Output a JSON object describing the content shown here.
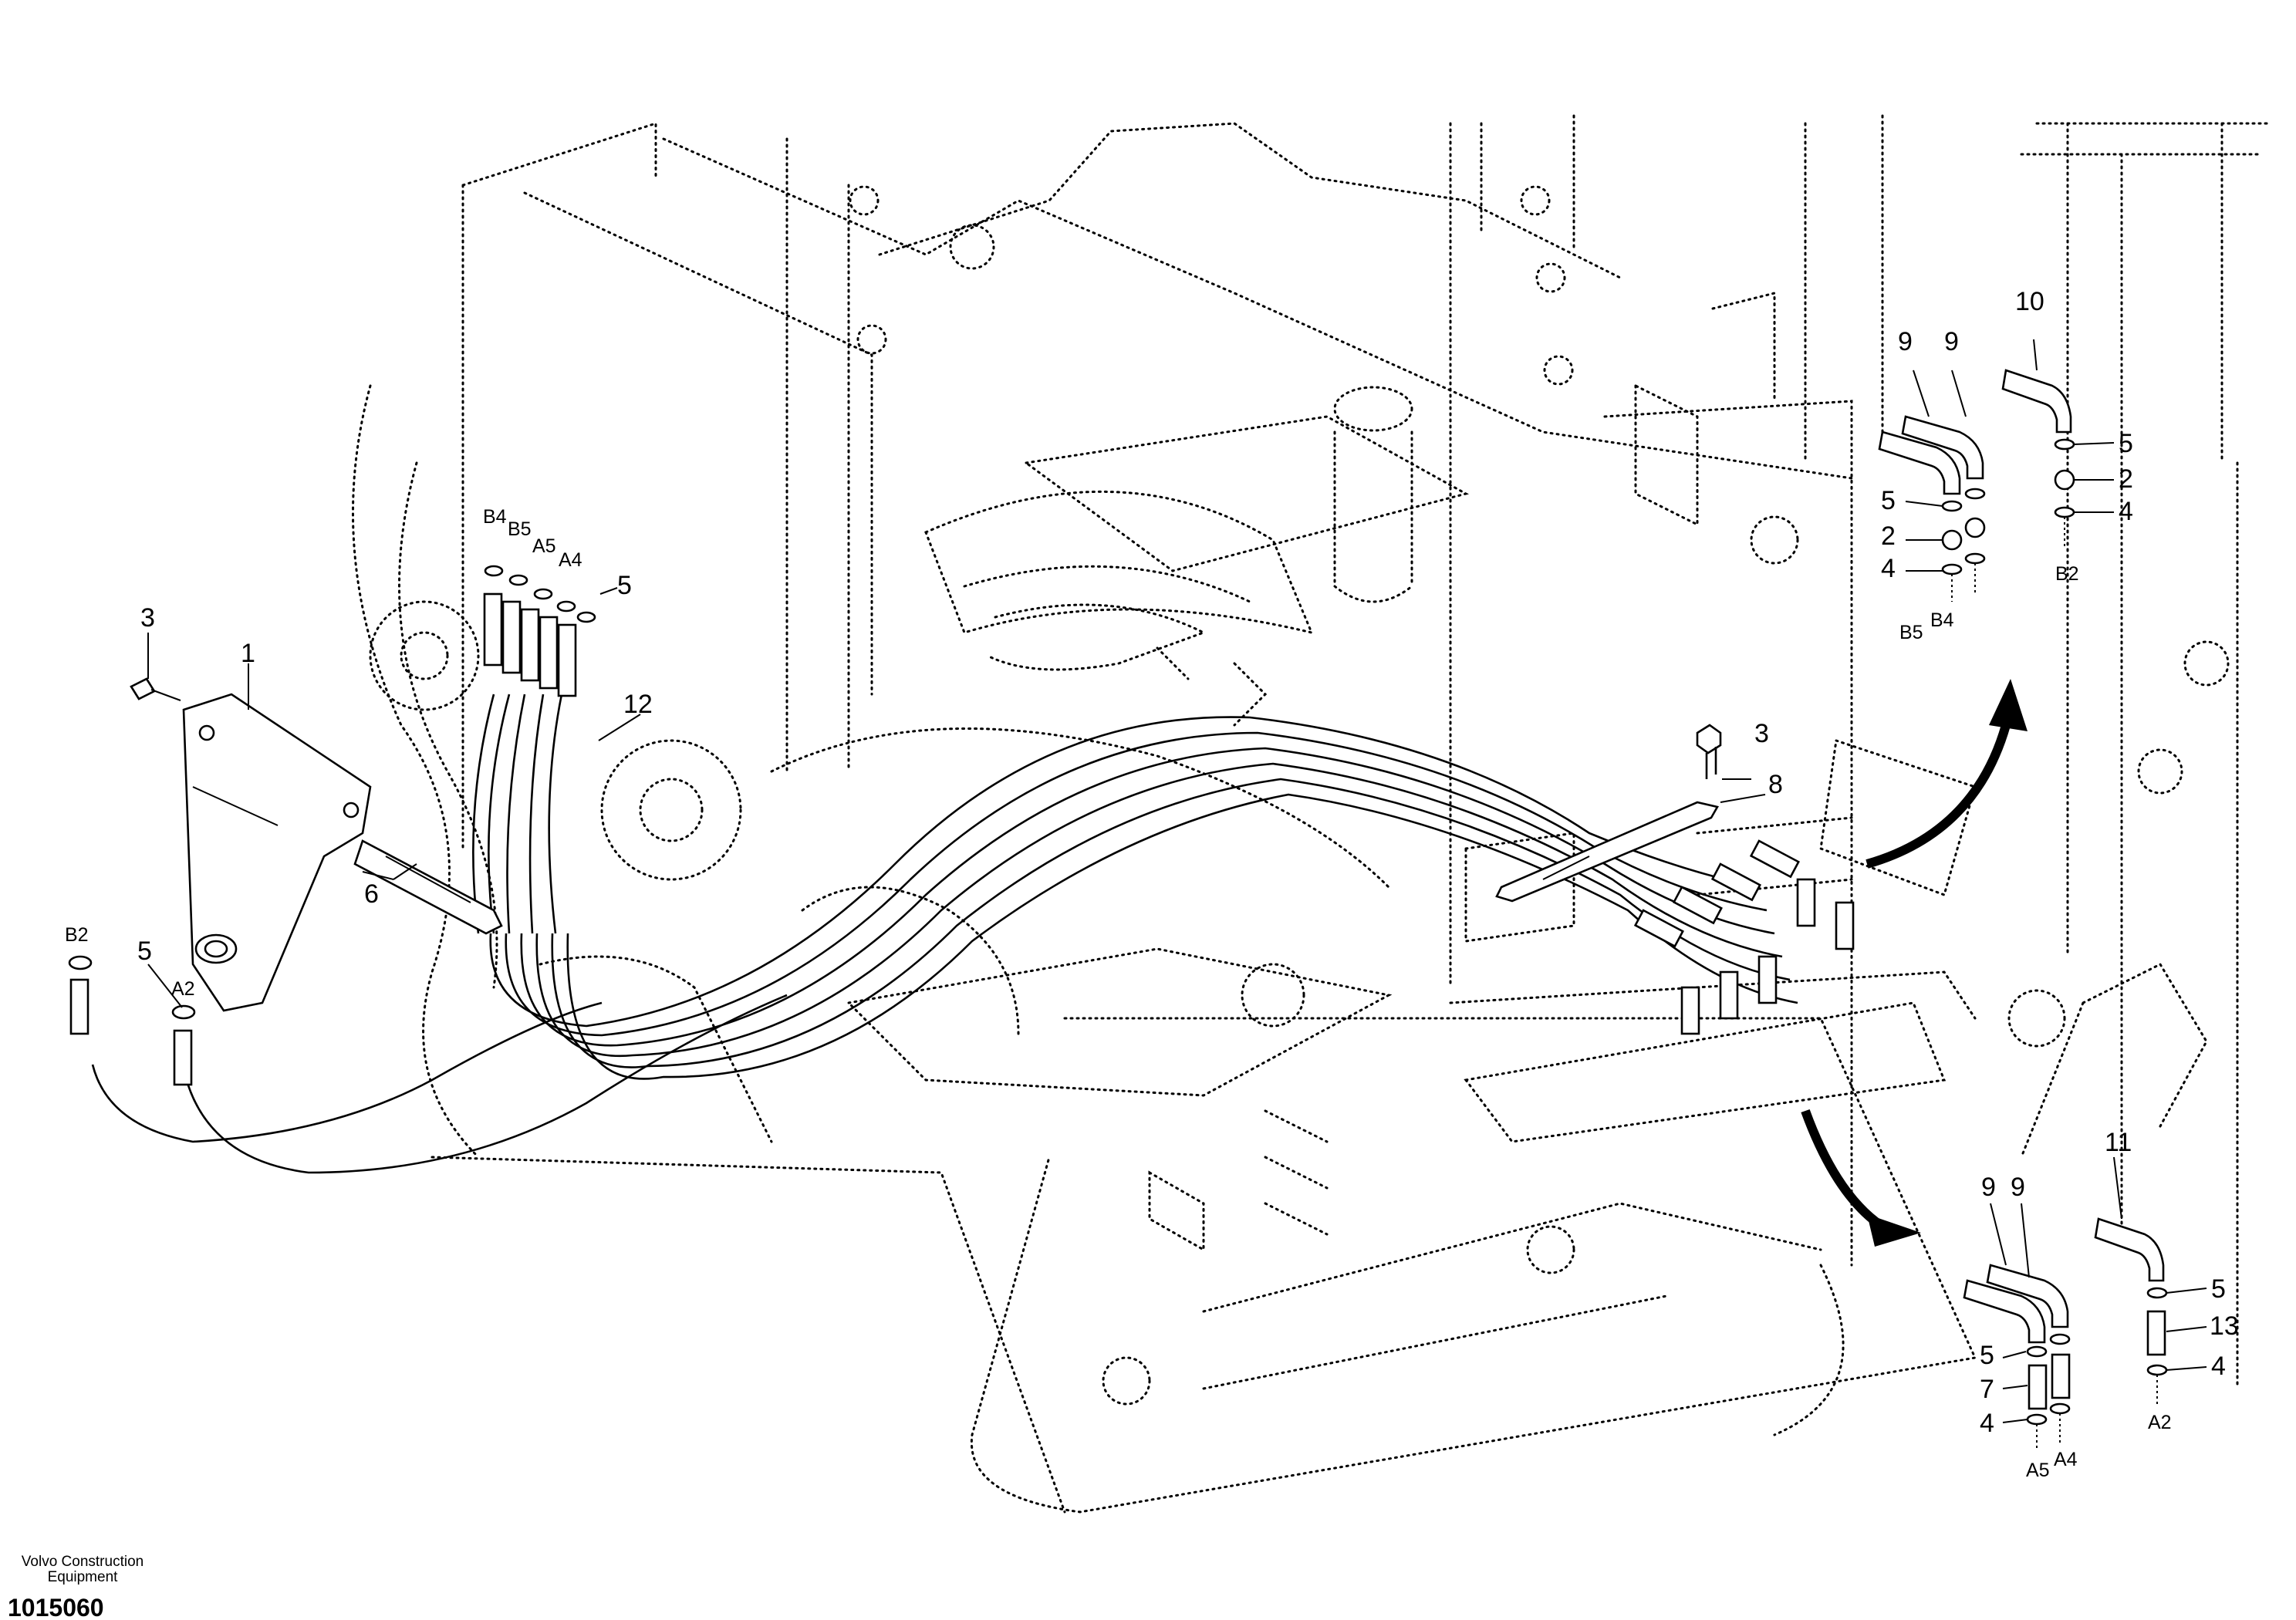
{
  "callouts": {
    "c1": "1",
    "c2_left": "2",
    "c2_right": "2",
    "c3_left": "3",
    "c3_right": "3",
    "c4_a": "4",
    "c4_b": "4",
    "c4_c": "4",
    "c4_d": "4",
    "c5_left_top": "5",
    "c5_left_bottom": "5",
    "c5_ur_a": "5",
    "c5_ur_b": "5",
    "c5_lr_a": "5",
    "c5_lr_b": "5",
    "c6": "6",
    "c7": "7",
    "c8": "8",
    "c9_ur_a": "9",
    "c9_ur_b": "9",
    "c9_lr_a": "9",
    "c9_lr_b": "9",
    "c10": "10",
    "c11": "11",
    "c12": "12",
    "c13": "13"
  },
  "ports": {
    "left_b4": "B4",
    "left_b5": "B5",
    "left_a5": "A5",
    "left_a4": "A4",
    "left_b2": "B2",
    "left_a2": "A2",
    "ur_b5": "B5",
    "ur_b4": "B4",
    "ur_b2": "B2",
    "lr_a5": "A5",
    "lr_a4": "A4",
    "lr_a2": "A2"
  },
  "footer": {
    "brand_line1": "Volvo Construction",
    "brand_line2": "Equipment",
    "drawing_number": "1015060"
  }
}
